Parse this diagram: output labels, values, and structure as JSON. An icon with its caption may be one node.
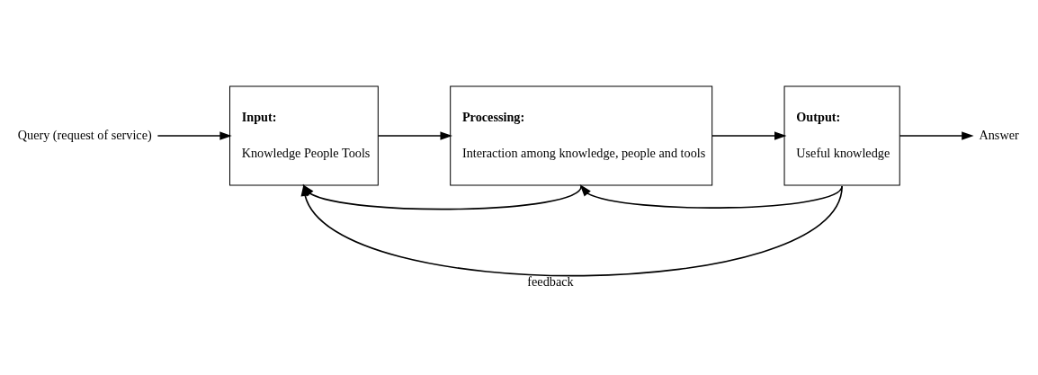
{
  "diagram": {
    "nodes": [
      {
        "text": [
          "Query (request of service)"
        ]
      },
      {
        "text": [
          "Input:",
          "Knowledge People Tools"
        ]
      },
      {
        "text": [
          "Processing:",
          "Interaction among knowledge, people and tools"
        ]
      },
      {
        "text": [
          "Output:",
          "Useful knowledge"
        ]
      },
      {
        "text": [
          "Answer"
        ]
      }
    ],
    "edges": [
      {
        "from": 0,
        "to": 1,
        "arrow": "to"
      },
      {
        "from": 1,
        "to": 2,
        "arrow": "to"
      },
      {
        "from": 2,
        "to": 3,
        "arrow": "to"
      },
      {
        "from": 3,
        "to": 4,
        "arrow": "to"
      },
      {
        "from": 3,
        "to": 1,
        "arrow": "to",
        "label": "feedback"
      },
      {
        "from": 3,
        "to": 2,
        "arrow": "to"
      },
      {
        "from": 2,
        "to": 1,
        "arrow": "to"
      }
    ]
  }
}
